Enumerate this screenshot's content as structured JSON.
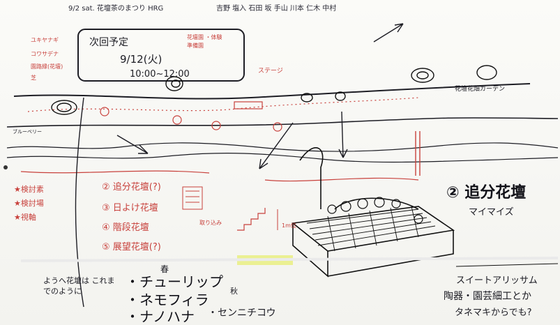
{
  "header": {
    "date_line": "9/2 sat. 花壇茶のまつり HRG",
    "members": "吉野 塩入 石田 坂 手山 川本 仁木 中村"
  },
  "next_schedule": {
    "title": "次回予定",
    "date": "9/12(火)",
    "time": "10:00~12:00"
  },
  "top_notes": {
    "garden_note": "花壇園 ・体験",
    "garden_note2": "準備園",
    "stage_label": "ステージ"
  },
  "left_side_notes": [
    "ユキヤナギ",
    "コワサデナ",
    "園路縁(花壇)",
    "芝"
  ],
  "left_margin_label": "ブルーベリー",
  "right_label": "花壇花畑ガーデン",
  "plan_list": [
    {
      "marker": "②",
      "label": "追分花壇(?)"
    },
    {
      "marker": "③",
      "label": "日よけ花壇"
    },
    {
      "marker": "④",
      "label": "階段花壇"
    },
    {
      "marker": "⑤",
      "label": "展望花壇(?)"
    }
  ],
  "legend": [
    {
      "symbol": "★",
      "label": "検討素"
    },
    {
      "symbol": "★",
      "label": "検討場"
    },
    {
      "symbol": "★",
      "label": "視軸"
    }
  ],
  "sketch_notes": {
    "stairs_note": "取り込み",
    "height_note": "1m位"
  },
  "big_title": {
    "line1": "② 追分花壇",
    "line2": "マイマイズ"
  },
  "bottom_left": {
    "intro": "ようへ花壇は これまでのように",
    "season_spring": "春",
    "season_autumn": "秋",
    "items": [
      "・チューリップ",
      "・ネモフィラ",
      "・ナノハナ",
      "・センニチコウ"
    ]
  },
  "bottom_right": {
    "line1": "スイートアリッサム",
    "line2": "陶器・園芸細工とか",
    "line3": "タネマキからでも?"
  },
  "colors": {
    "ink": "#1d1d24",
    "red": "#c8413c",
    "paper": "#f7f7f3",
    "yellow_highlight": "#e9ef7a"
  }
}
